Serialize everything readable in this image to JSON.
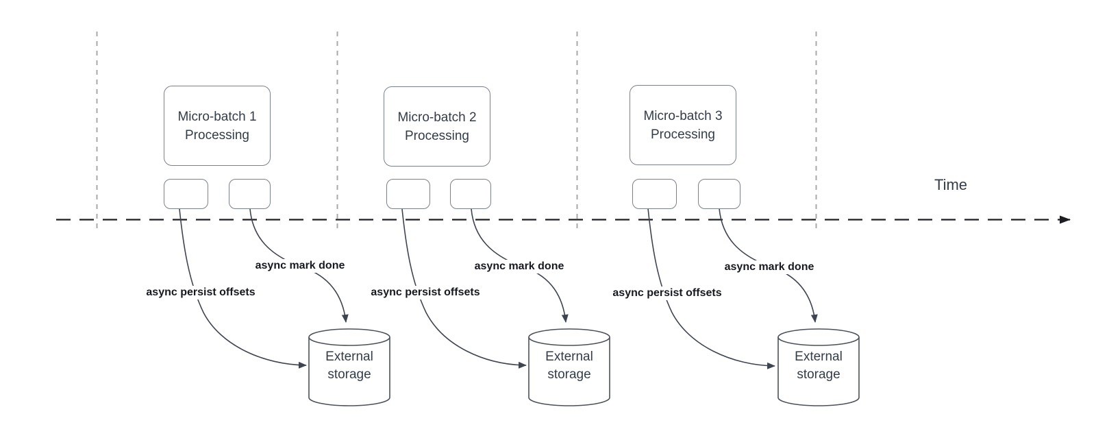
{
  "colors": {
    "node_border": "#79818b",
    "node_text": "#333c47",
    "cylinder_border": "#4a5058",
    "arrow": "#3f4550",
    "timeline_line": "#1c1e22",
    "guide_line": "#a8a8ac",
    "edge_label_text": "#16191f",
    "background": "#ffffff"
  },
  "timeline": {
    "label": "Time"
  },
  "groups": [
    {
      "box_line1": "Micro-batch 1",
      "box_line2": "Processing",
      "persist_label": "async persist offsets",
      "done_label": "async mark done",
      "storage_line1": "External",
      "storage_line2": "storage"
    },
    {
      "box_line1": "Micro-batch 2",
      "box_line2": "Processing",
      "persist_label": "async persist offsets",
      "done_label": "async mark done",
      "storage_line1": "External",
      "storage_line2": "storage"
    },
    {
      "box_line1": "Micro-batch 3",
      "box_line2": "Processing",
      "persist_label": "async persist offsets",
      "done_label": "async mark done",
      "storage_line1": "External",
      "storage_line2": "storage"
    }
  ]
}
